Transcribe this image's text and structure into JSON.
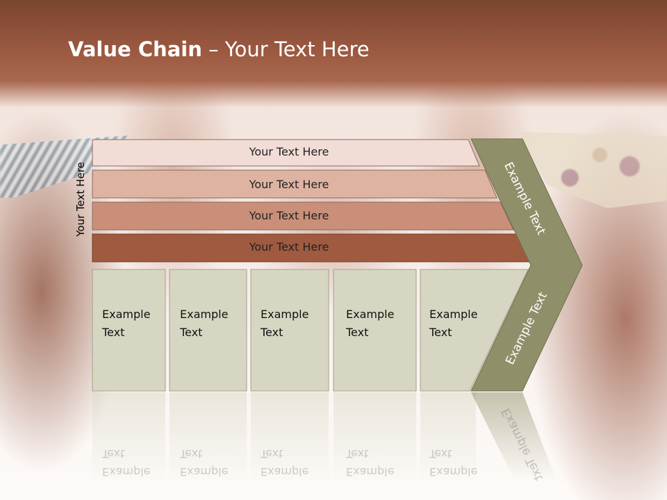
{
  "slide": {
    "title_bold": "Value Chain",
    "title_rest": " – Your Text Here"
  },
  "side_label": "Your Text Here",
  "bars": [
    {
      "label": "Your Text Here",
      "color": "#f1ddd6"
    },
    {
      "label": "Your Text Here",
      "color": "#dfb3a2"
    },
    {
      "label": "Your Text Here",
      "color": "#c98f78"
    },
    {
      "label": "Your Text Here",
      "color": "#a05a40"
    }
  ],
  "boxes": [
    {
      "label": "Example\nText"
    },
    {
      "label": "Example\nText"
    },
    {
      "label": "Example\nText"
    },
    {
      "label": "Example\nText"
    },
    {
      "label": "Example\nText"
    }
  ],
  "chevron": {
    "top_label": "Example Text",
    "bottom_label": "Example Text",
    "color": "#8f906a"
  },
  "colors": {
    "box_fill": "#d6d6c2",
    "box_border": "#a3a38c",
    "header": "#9a5840"
  }
}
